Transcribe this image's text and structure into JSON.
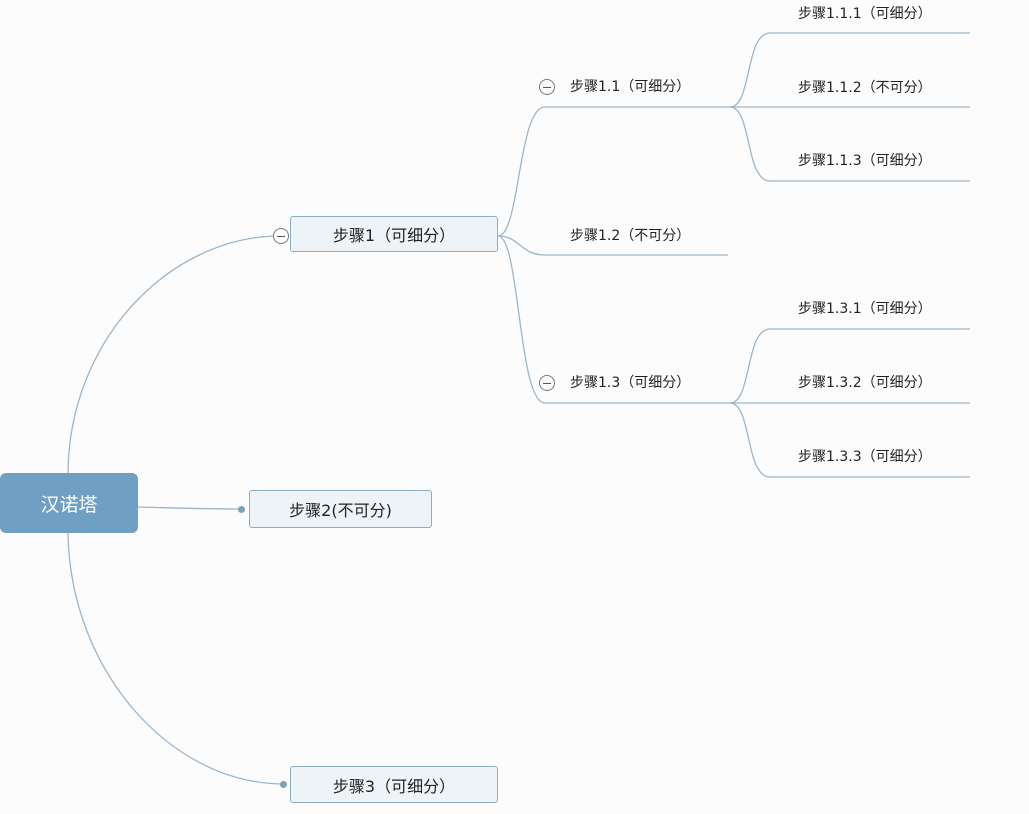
{
  "root": {
    "label": "汉诺塔"
  },
  "step1": {
    "label": "步骤1（可细分）",
    "children": [
      {
        "label": "步骤1.1（可细分）",
        "children": [
          {
            "label": "步骤1.1.1（可细分）"
          },
          {
            "label": "步骤1.1.2（不可分）"
          },
          {
            "label": "步骤1.1.3（可细分）"
          }
        ]
      },
      {
        "label": "步骤1.2（不可分）"
      },
      {
        "label": "步骤1.3（可细分）",
        "children": [
          {
            "label": "步骤1.3.1（可细分）"
          },
          {
            "label": "步骤1.3.2（可细分）"
          },
          {
            "label": "步骤1.3.3（可细分）"
          }
        ]
      }
    ]
  },
  "step2": {
    "label": "步骤2(不可分)"
  },
  "step3": {
    "label": "步骤3（可细分）"
  },
  "colors": {
    "root_fill": "#6f9fc3",
    "box_fill": "#eef3f7",
    "box_border": "#8fadc2",
    "connector": "#9bb5c8"
  }
}
